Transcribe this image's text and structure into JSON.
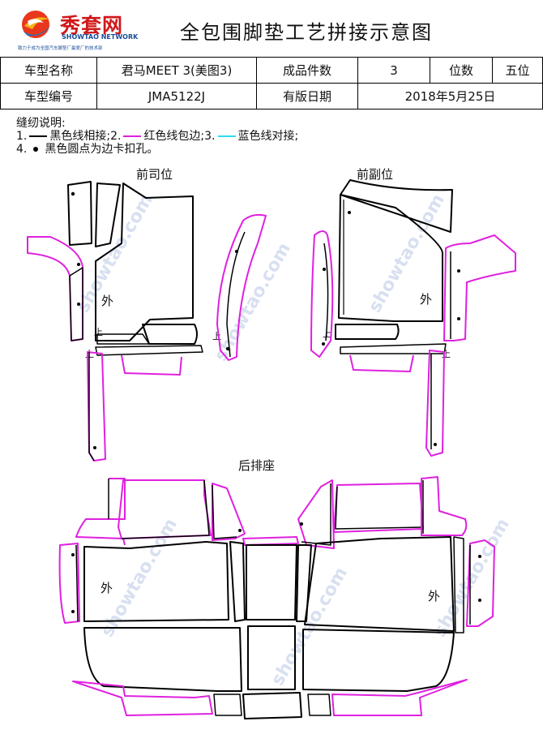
{
  "logo": {
    "brand": "秀套网",
    "sub": "SHOWTAO NETWORK",
    "tagline": "致力于成为全国汽车脚垫厂最爱厂的技术部"
  },
  "title": "全包围脚垫工艺拼接示意图",
  "info": {
    "model_name_label": "车型名称",
    "model_name": "君马MEET 3(美图3)",
    "count_label": "成品件数",
    "count": "3",
    "seats_label": "位数",
    "seats": "五位",
    "model_code_label": "车型编号",
    "model_code": "JMA5122J",
    "date_label": "有版日期",
    "date": "2018年5月25日"
  },
  "notes": {
    "heading": "缝纫说明:",
    "item1_num": "1.",
    "item1_text": "黑色线相接;",
    "item2_num": "2.",
    "item2_text": "红色线包边;",
    "item3_num": "3.",
    "item3_text": "蓝色线对接;",
    "item4_num": "4.",
    "item4_text": "黑色圆点为边卡扣孔。"
  },
  "colors": {
    "black_line": "#000000",
    "red_line": "#e020e0",
    "blue_line": "#30d8f0"
  },
  "labels": {
    "driver": "前司位",
    "passenger": "前副位",
    "rear": "后排座",
    "outer": "外",
    "up": "上"
  },
  "watermark": "showtao.com"
}
